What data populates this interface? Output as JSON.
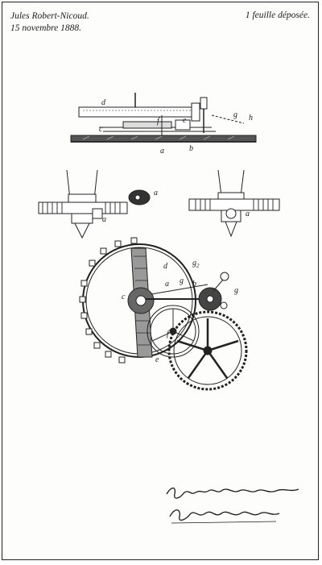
{
  "header": {
    "inventor": "Jules Robert-Nicoud.",
    "date": "15 novembre 1888.",
    "sheet": "1 feuille déposée."
  },
  "figure_labels": {
    "d_top": "d",
    "g_top": "g",
    "h_top": "h",
    "e_top": "e",
    "f_top": "f",
    "c_top": "c",
    "a_base": "a",
    "b_base": "b",
    "a_small": "a",
    "a_left": "a",
    "a_right": "a",
    "d_wheel": "d",
    "g2_wheel": "g",
    "g2_sub": "2",
    "c_wheel": "c",
    "a_wheel": "a",
    "g_wheel": "g",
    "b_wheel": "b",
    "g_right": "g",
    "f_wheel": "f",
    "e_wheel": "e"
  },
  "signature": {
    "line1": "Bur J. Robert-Nicoud.",
    "line2": "Gebhwalskind."
  }
}
